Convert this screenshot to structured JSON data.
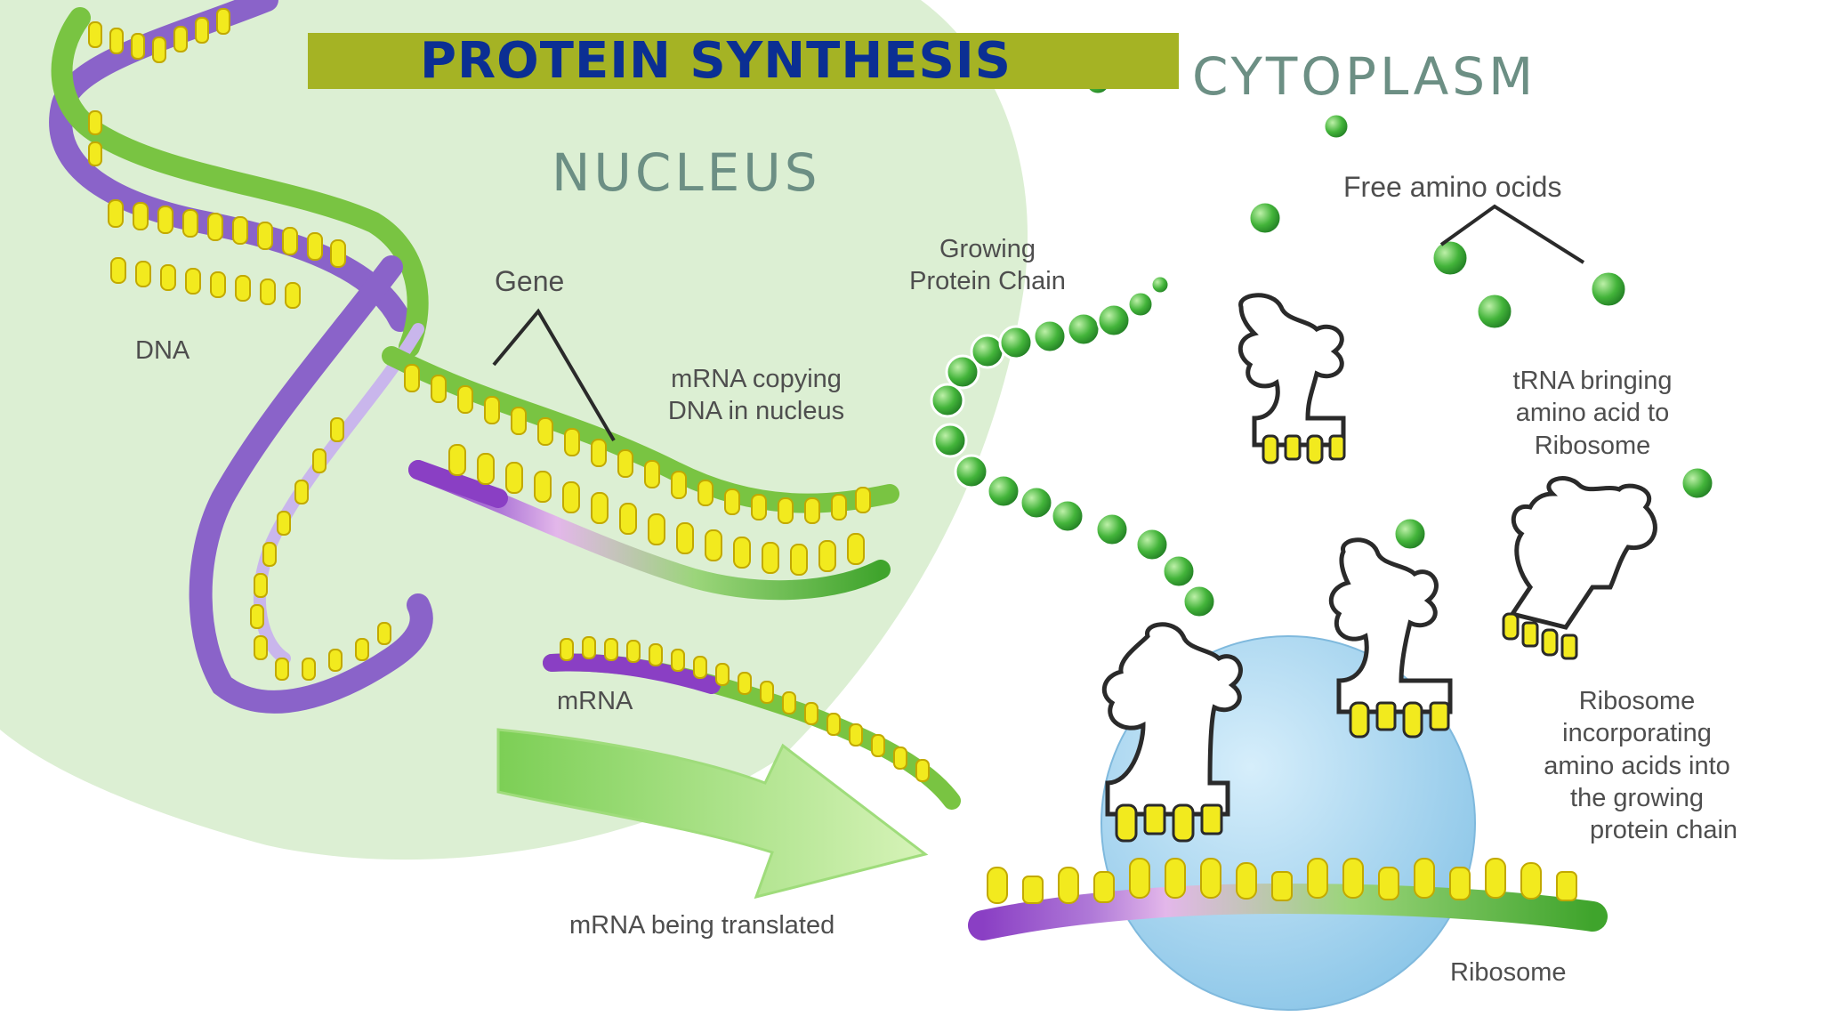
{
  "title": "PROTEIN SYNTHESIS",
  "labels": {
    "cytoplasm": "CYTOPLASM",
    "nucleus": "NUCLEUS",
    "free_amino_acids": "Free amino ocids",
    "growing_chain": [
      "Growing",
      "Protein Chain"
    ],
    "gene": "Gene",
    "dna": "DNA",
    "mrna_copying": [
      "mRNA copying",
      "DNA in nucleus"
    ],
    "trna_bringing": [
      "tRNA bringing",
      "amino acid to",
      "Ribosome"
    ],
    "mrna": "mRNA",
    "ribosome_incorporating": [
      "Ribosome",
      "incorporating",
      "amino acids into",
      "the growing",
      "protein chain"
    ],
    "mrna_translated": "mRNA being translated",
    "ribosome": "Ribosome"
  },
  "colors": {
    "title_bar": "#a5b324",
    "title_text": "#0b2f93",
    "nucleus_fill": "#dcefd3",
    "dna_purple": "#8a63c9",
    "strand_green": "#79c442",
    "base_yellow": "#f2ea1e",
    "amino_green": "#43b43a",
    "ribosome_blue": "#a9d6ef"
  },
  "icons": [
    "trna-icon",
    "amino-acid-bead-icon",
    "arrow-icon"
  ]
}
